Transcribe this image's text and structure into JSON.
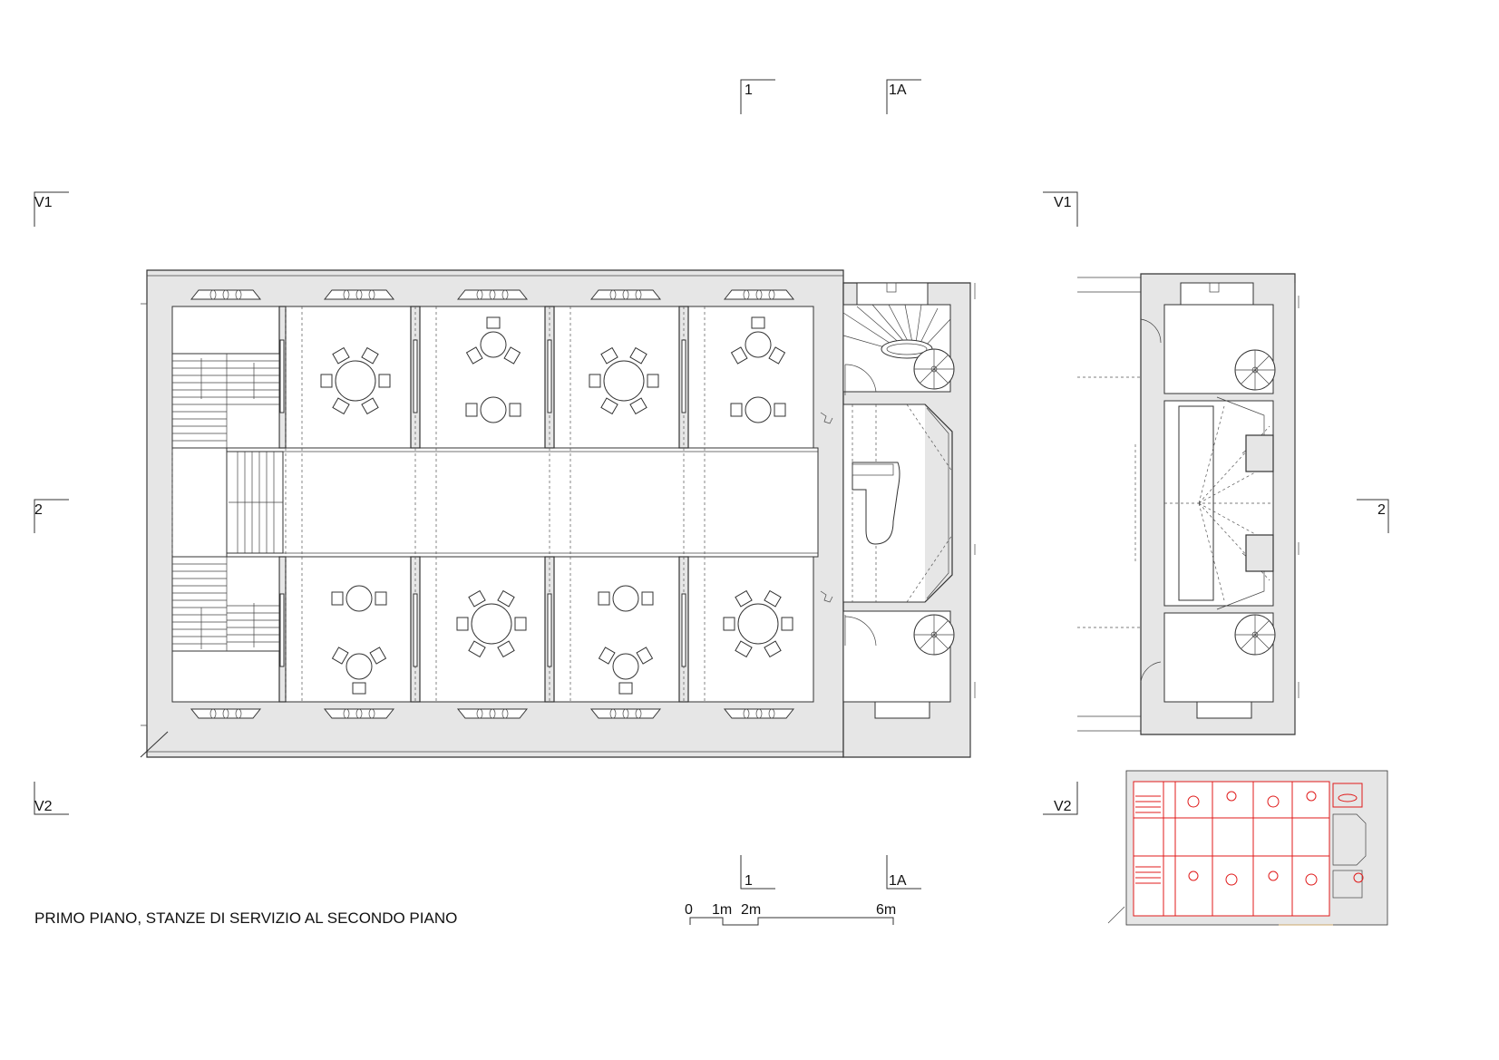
{
  "drawing": {
    "title": "PRIMO PIANO, STANZE DI SERVIZIO AL SECONDO PIANO",
    "section_marks": {
      "top_1": "1",
      "top_1a": "1A",
      "bottom_1": "1",
      "bottom_1a": "1A",
      "left_v1": "V1",
      "left_2": "2",
      "left_v2": "V2",
      "right_v1": "V1",
      "right_2": "2",
      "right_v2": "V2"
    },
    "scale_bar": {
      "labels": [
        "0",
        "1m",
        "2m",
        "6m"
      ]
    },
    "colors": {
      "wall_fill": "#e6e6e6",
      "line": "#333333",
      "key_plan_highlight": "#e01b1b"
    }
  }
}
